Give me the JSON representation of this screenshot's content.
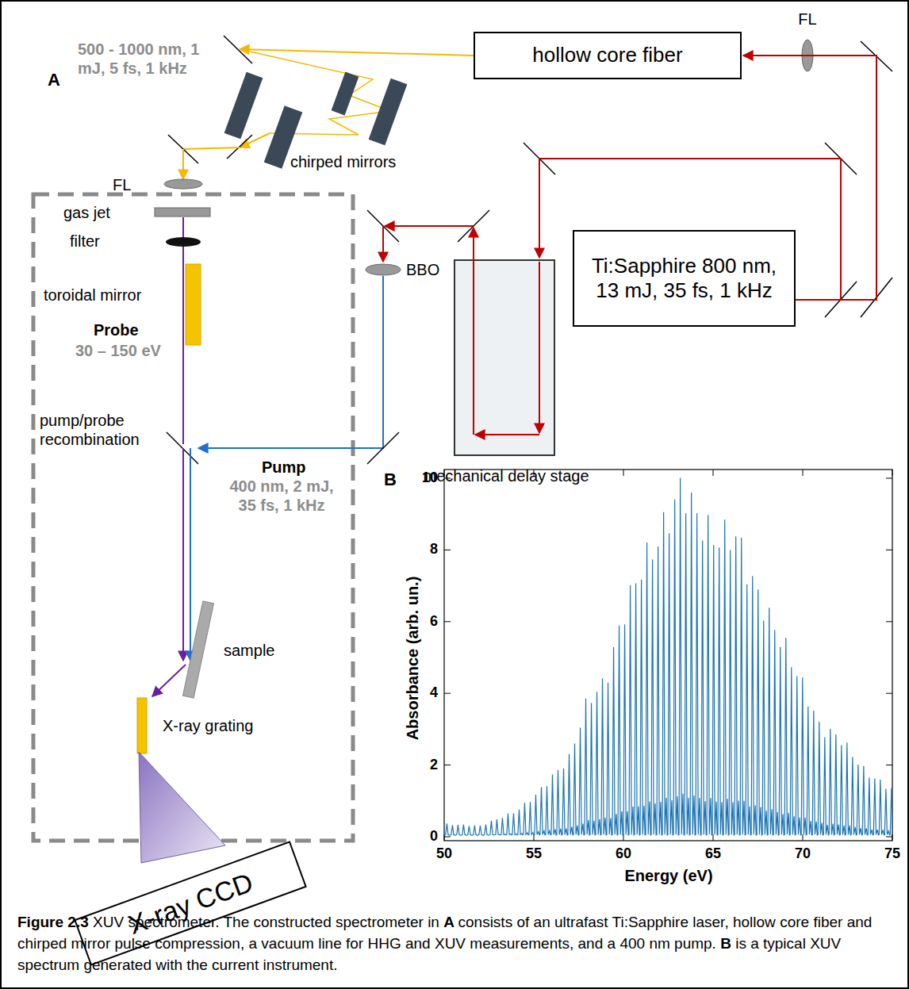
{
  "diagram": {
    "caption": "Figure 2.3 XUV spectrometer. The constructed spectrometer in A consists of an ultrafast Ti:Sapphire laser, hollow core fiber and chirped mirror pulse compression, a vacuum line for HHG and XUV measurements, and a 400 nm pump. B is a typical XUV spectrum generated with the current instrument.",
    "nodes": [
      {
        "text": [
          "hollow core fiber"
        ]
      },
      {
        "text": [
          "Ti:Sapphire 800 nm, 13 mJ, 35 fs, 1 kHz"
        ]
      },
      {
        "text": [
          "mechanical delay stage"
        ]
      },
      {
        "text": [
          "X-ray CCD"
        ]
      }
    ],
    "edges": [
      {
        "from": 1,
        "to": 0,
        "arrow": "to"
      },
      {
        "from": 1,
        "to": 2,
        "arrow": "to"
      }
    ],
    "labels": [
      "A",
      "FL",
      "500 - 1000 nm, 1 mJ, 5 fs, 1 kHz",
      "chirped mirrors",
      "FL",
      "gas jet",
      "filter",
      "toroidal mirror",
      "BBO",
      "Probe",
      "30 – 150 eV",
      "pump/probe recombination",
      "Pump",
      "400 nm, 2 mJ, 35 fs, 1 kHz",
      "B",
      "sample",
      "X-ray grating",
      "Absorbance (arb. un.)",
      "Energy (eV)",
      "10",
      "8",
      "6",
      "4",
      "2",
      "0",
      "50",
      "55",
      "60",
      "65",
      "70",
      "75"
    ]
  }
}
